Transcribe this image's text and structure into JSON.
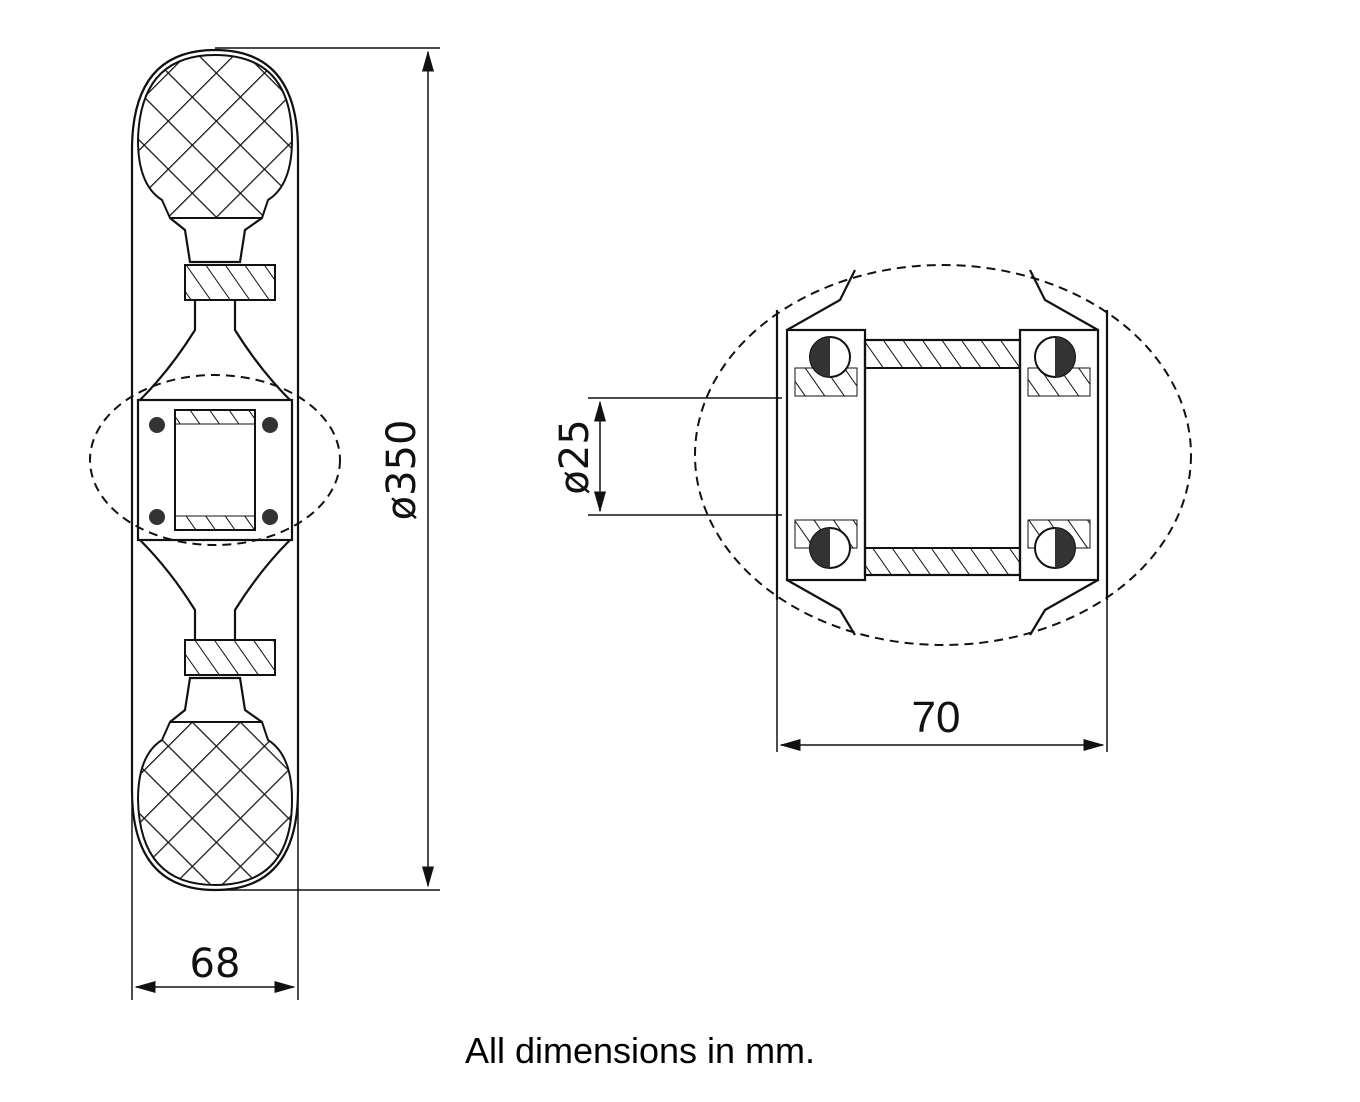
{
  "diagram": {
    "wheel_view": {
      "diameter_label": "ø350",
      "width_label": "68"
    },
    "detail_view": {
      "bore_label": "ø25",
      "width_label": "70"
    },
    "caption": "All dimensions in mm.",
    "colors": {
      "line": "#111111",
      "background": "#ffffff"
    }
  }
}
